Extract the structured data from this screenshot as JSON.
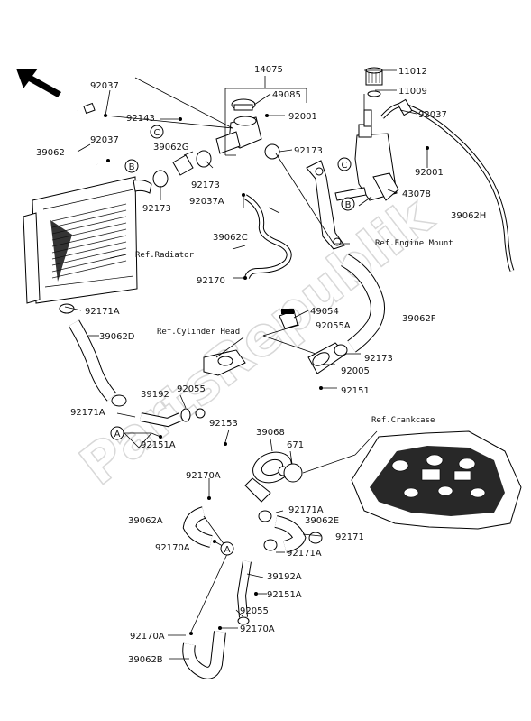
{
  "watermark": "PartsRepublik",
  "labels": {
    "p14075": "14075",
    "p49085": "49085",
    "p11012": "11012",
    "p11009": "11009",
    "p92037_a": "92037",
    "p92037_b": "92037",
    "p92037_c": "92037",
    "p92143": "92143",
    "p92001_a": "92001",
    "p92001_b": "92001",
    "p39062": "39062",
    "p39062G": "39062G",
    "p92173_a": "92173",
    "p92173_b": "92173",
    "p92173_c": "92173",
    "p92173_d": "92173",
    "p92037A": "92037A",
    "p43078": "43078",
    "p39062H": "39062H",
    "p39062C": "39062C",
    "p92170": "92170",
    "p92171A_a": "92171A",
    "p92171A_b": "92171A",
    "p92171A_c": "92171A",
    "p92171A_d": "92171A",
    "p39062D": "39062D",
    "p49054": "49054",
    "p92055A": "92055A",
    "p39062F": "39062F",
    "p92005": "92005",
    "p92151": "92151",
    "p39192": "39192",
    "p92055_a": "92055",
    "p92055_b": "92055",
    "p92151A_a": "92151A",
    "p92151A_b": "92151A",
    "p92153": "92153",
    "p39068": "39068",
    "p671": "671",
    "p92170A_a": "92170A",
    "p92170A_b": "92170A",
    "p92170A_c": "92170A",
    "p92170A_d": "92170A",
    "p39062A": "39062A",
    "p39062E": "39062E",
    "p92171": "92171",
    "p39192A": "39192A",
    "p39062B": "39062B"
  },
  "refs": {
    "radiator": "Ref.Radiator",
    "engine_mount": "Ref.Engine Mount",
    "cylinder_head": "Ref.Cylinder Head",
    "crankcase": "Ref.Crankcase"
  },
  "callouts": {
    "A": "A",
    "B": "B",
    "C": "C"
  }
}
